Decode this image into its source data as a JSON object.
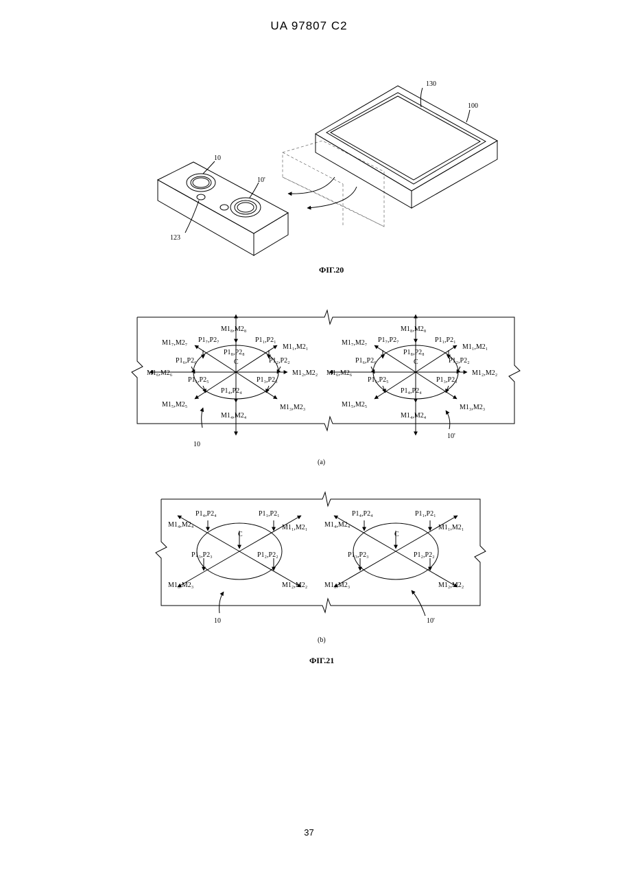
{
  "header": "UA   97807   C2",
  "page_number": "37",
  "fig20": {
    "caption": "ФІГ.20",
    "refs": {
      "r130": "130",
      "r100": "100",
      "r10": "10",
      "r10p": "10'",
      "r123": "123"
    }
  },
  "fig21a": {
    "sublabel": "(a)",
    "ref_left": "10",
    "ref_right": "10'",
    "left": {
      "top": "M1₈,M2₈",
      "tl": "M1₇,M2₇",
      "tr": "M1₁,M2₁",
      "left": "M1₆,M2₆",
      "right": "M1₂,M2₂",
      "bl": "M1₅,M2₅",
      "br": "M1₃,M2₃",
      "bottom": "M1₄,M2₄",
      "p7": "P1₇,P2₇",
      "p8": "P1₈,P2₈",
      "p1": "P1₁,P2₁",
      "p2": "P1₂,P2₂",
      "p6": "P1₆,P2₆",
      "p5": "P1₅,P2₅",
      "p3": "P1₃,P2₃",
      "p4": "P1₄,P2₄",
      "center": "C"
    },
    "right": {
      "top": "M1₈,M2₈",
      "tl": "M1₇,M2₇",
      "tr": "M1₁,M2₁",
      "left": "M1₆,M2₆",
      "right": "M1₂,M2₂",
      "bl": "M1₅,M2₅",
      "br": "M1₃,M2₃",
      "bottom": "M1₄,M2₄",
      "p7": "P1₇,P2₇",
      "p8": "P1₈,P2₈",
      "p1": "P1₁,P2₁",
      "p2": "P1₂,P2₂",
      "p6": "P1₆,P2₆",
      "p5": "P1₅,P2₅",
      "p3": "P1₃,P2₃",
      "p4": "P1₄,P2₄",
      "center": "C"
    }
  },
  "fig21b": {
    "sublabel": "(b)",
    "caption": "ФІГ.21",
    "ref_left": "10",
    "ref_right": "10'",
    "left": {
      "p4": "P1₄,P2₄",
      "p1": "P1₁,P2₁",
      "m4": "M1₄,M2₄",
      "m1": "M1₁,M2₁",
      "center": "C",
      "p3": "P1₃,P2₃",
      "p2": "P1₂,P2₂",
      "m3": "M1₃,M2₃",
      "m2": "M1₂,M2₂"
    },
    "right": {
      "p4": "P1₄,P2₄",
      "p1": "P1₁,P2₁",
      "m4": "M1₄,M2₄",
      "m1": "M1₁,M2₁",
      "center": "C",
      "p3": "P1₃,P2₃",
      "p2": "P1₂,P2₂",
      "m3": "M1₃,M2₃",
      "m2": "M1₂,M2₂"
    }
  }
}
